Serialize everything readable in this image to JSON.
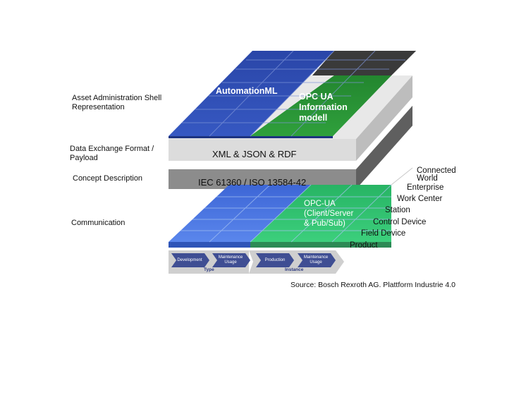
{
  "left_labels": {
    "aas": "Asset Administration Shell\nRepresentation",
    "payload": "Data Exchange Format /\nPayload",
    "concept": "Concept Description",
    "communication": "Communication"
  },
  "layers": {
    "automationml": "AutomationML",
    "opcua_info": "OPC UA\nInformation\nmodell",
    "xml": "XML & JSON & RDF",
    "iec": "IEC 61360 / ISO 13584-42",
    "opcua_comm": "OPC-UA\n(Client/Server\n& Pub/Sub)"
  },
  "hierarchy": [
    "Connected\nWorld",
    "Enterprise",
    "Work Center",
    "Station",
    "Control  Device",
    "Field Device",
    "Product"
  ],
  "lifecycle": {
    "steps": [
      "Development",
      "Maintenance\nUsage",
      "Production",
      "Maintenance\nUsage"
    ],
    "groups": [
      "Type",
      "Instance"
    ]
  },
  "source": "Source: Bosch Rexroth AG. Plattform Industrie 4.0",
  "colors": {
    "blue": "#2f4fb4",
    "green": "#2e9a3a",
    "dark_gray": "#3a3a3a",
    "light_gray": "#d9d9d9",
    "mid_gray": "#8a8a8a",
    "comm_blue": "#4a78e0",
    "comm_green": "#34c472",
    "chevron": "#3f4e93"
  }
}
